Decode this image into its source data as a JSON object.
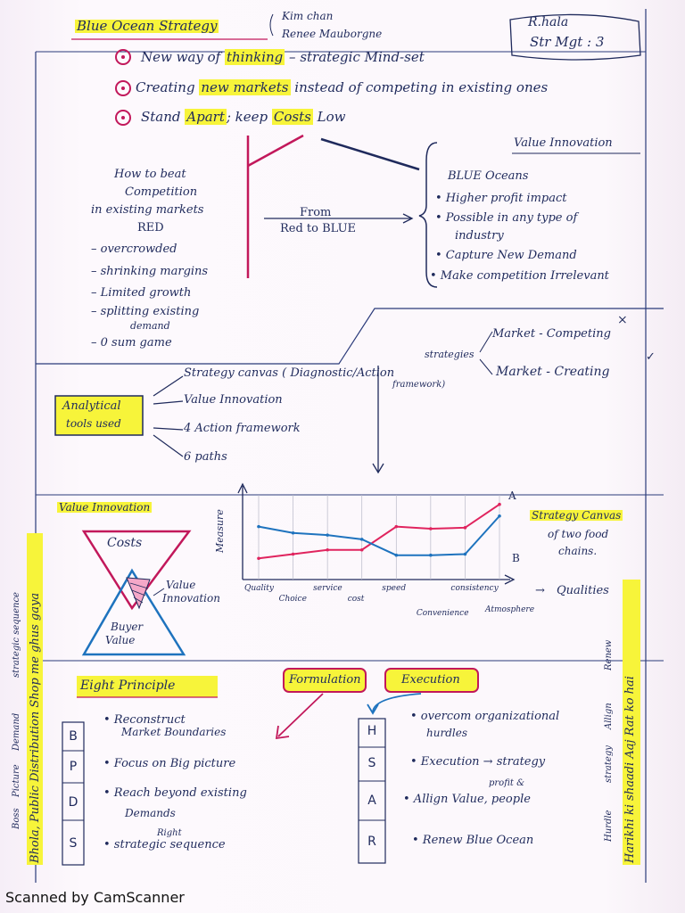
{
  "header": {
    "title": "Blue Ocean Strategy",
    "author_1": "Kim chan",
    "author_2": "Renee Mauborgne",
    "note_author": "R.hala",
    "note_course": "Str Mgt : 3"
  },
  "key_points": [
    {
      "pre": "New way of ",
      "hl": "thinking",
      "post": " – strategic Mind-set"
    },
    {
      "pre": "Creating ",
      "hl": "new markets",
      "post": " instead of competing in existing ones"
    },
    {
      "pre": "Stand ",
      "hl": "Apart",
      "mid": "; keep ",
      "hl2": "Costs",
      "post": " Low"
    }
  ],
  "red_section": {
    "heading_lines": [
      "How to beat",
      "Competition",
      "in existing markets"
    ],
    "label": "RED",
    "bullets": [
      "– overcrowded",
      "– shrinking margins",
      "– Limited growth",
      "– splitting existing",
      "demand",
      "– 0 sum game"
    ]
  },
  "arrow": {
    "line1": "From",
    "line2": "Red to BLUE"
  },
  "blue_section": {
    "tag": "Value Innovation",
    "heading": "BLUE Oceans",
    "bullets": [
      "• Higher profit impact",
      "• Possible in any type of",
      "industry",
      "• Capture New Demand",
      "• Make competition Irrelevant"
    ]
  },
  "strategies": {
    "label": "strategies",
    "competing": "Market - Competing",
    "creating": "Market - Creating",
    "competing_mark": "×",
    "creating_mark": "✓"
  },
  "analytical": {
    "label_1": "Analytical",
    "label_2": "tools used",
    "items": [
      "Strategy canvas ( Diagnostic/Action",
      "framework)",
      "Value Innovation",
      "4 Action framework",
      "6 paths"
    ]
  },
  "value_innovation": {
    "title": "Value Innovation",
    "costs": "Costs",
    "value_1": "Value",
    "value_2": "Innovation",
    "buyer_1": "Buyer",
    "buyer_2": "Value"
  },
  "chart_data": {
    "type": "line",
    "ylabel": "Measure",
    "xlabel": "Qualities",
    "categories": [
      "Quality",
      "Choice",
      "service",
      "cost",
      "speed",
      "Convenience",
      "consistency",
      "Atmosphere"
    ],
    "series": [
      {
        "name": "A",
        "color": "#e0245e",
        "values": [
          2.0,
          2.4,
          2.8,
          2.8,
          5.0,
          4.8,
          4.9,
          7.1
        ]
      },
      {
        "name": "B",
        "color": "#1e73be",
        "values": [
          5.0,
          4.4,
          4.2,
          3.8,
          2.3,
          2.3,
          2.4,
          6.0
        ]
      }
    ],
    "ylim": [
      0,
      8
    ],
    "side_note_1": "Strategy Canvas",
    "side_note_2": "of two food",
    "side_note_3": "chains."
  },
  "eight_principle": {
    "title": "Eight Principle",
    "letters": [
      "B",
      "P",
      "D",
      "S"
    ],
    "items": [
      "• Reconstruct",
      "Market Boundaries",
      "• Focus on Big picture",
      "• Reach beyond existing",
      "Demands",
      "Right",
      "• strategic sequence"
    ]
  },
  "formulation": {
    "label": "Formulation"
  },
  "execution": {
    "label": "Execution",
    "letters": [
      "H",
      "S",
      "A",
      "R"
    ],
    "items": [
      "• overcom organizational",
      "hurdles",
      "• Execution → strategy",
      "profit &",
      "• Allign Value, people",
      "• Renew Blue Ocean"
    ]
  },
  "left_margin": {
    "yellow_text": "Bhola, Public Distribution Shop me ghus gaya",
    "small_1": "Boss",
    "small_2": "Picture",
    "small_3": "Demand",
    "small_4": "strategic sequence"
  },
  "right_margin": {
    "yellow_text": "Harikhi ki shaadi Aaj Rat ko hai",
    "small_1": "Hurdle",
    "small_2": "strategy",
    "small_3": "Allign",
    "small_4": "Renew"
  },
  "footer": "Scanned by CamScanner"
}
